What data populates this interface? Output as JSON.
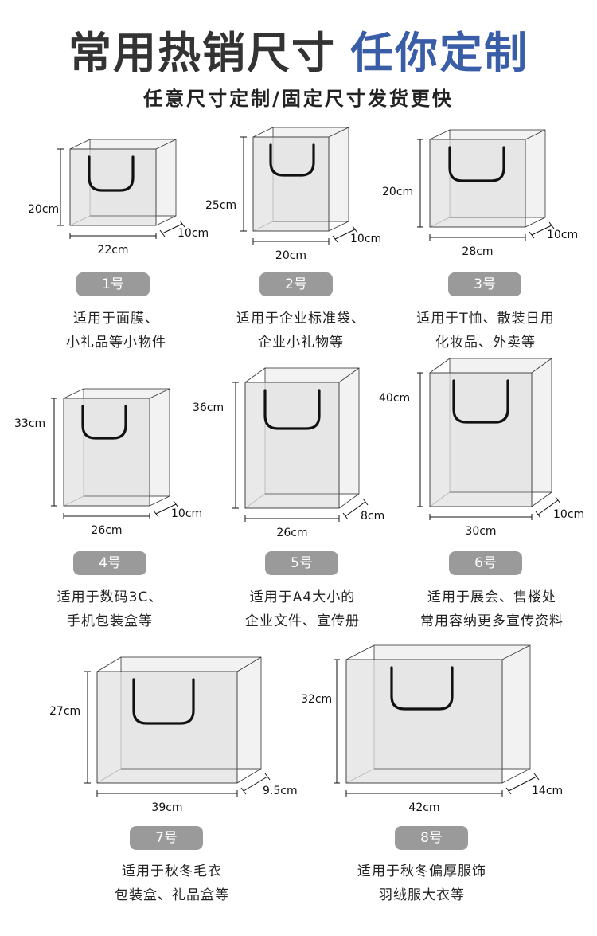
{
  "header": {
    "title_main": "常用热销尺寸",
    "title_accent": "任你定制",
    "subtitle": "任意尺寸定制/固定尺寸发货更快",
    "accent_color": "#3a5da8"
  },
  "bags": [
    {
      "label": "1号",
      "height": "20cm",
      "width": "22cm",
      "depth": "10cm",
      "desc": [
        "适用于面膜、",
        "小礼品等小物件"
      ]
    },
    {
      "label": "2号",
      "height": "25cm",
      "width": "20cm",
      "depth": "10cm",
      "desc": [
        "适用于企业标准袋、",
        "企业小礼物等"
      ]
    },
    {
      "label": "3号",
      "height": "20cm",
      "width": "28cm",
      "depth": "10cm",
      "desc": [
        "适用于T恤、散装日用",
        "化妆品、外卖等"
      ]
    },
    {
      "label": "4号",
      "height": "33cm",
      "width": "26cm",
      "depth": "10cm",
      "desc": [
        "适用于数码3C、",
        "手机包装盒等"
      ]
    },
    {
      "label": "5号",
      "height": "36cm",
      "width": "26cm",
      "depth": "8cm",
      "desc": [
        "适用于A4大小的",
        "企业文件、宣传册"
      ]
    },
    {
      "label": "6号",
      "height": "40cm",
      "width": "30cm",
      "depth": "10cm",
      "desc": [
        "适用于展会、售楼处",
        "常用容纳更多宣传资料"
      ]
    },
    {
      "label": "7号",
      "height": "27cm",
      "width": "39cm",
      "depth": "9.5cm",
      "desc": [
        "适用于秋冬毛衣",
        "包装盒、礼品盒等"
      ]
    },
    {
      "label": "8号",
      "height": "32cm",
      "width": "42cm",
      "depth": "14cm",
      "desc": [
        "适用于秋冬偏厚服饰",
        "羽绒服大衣等"
      ]
    }
  ]
}
